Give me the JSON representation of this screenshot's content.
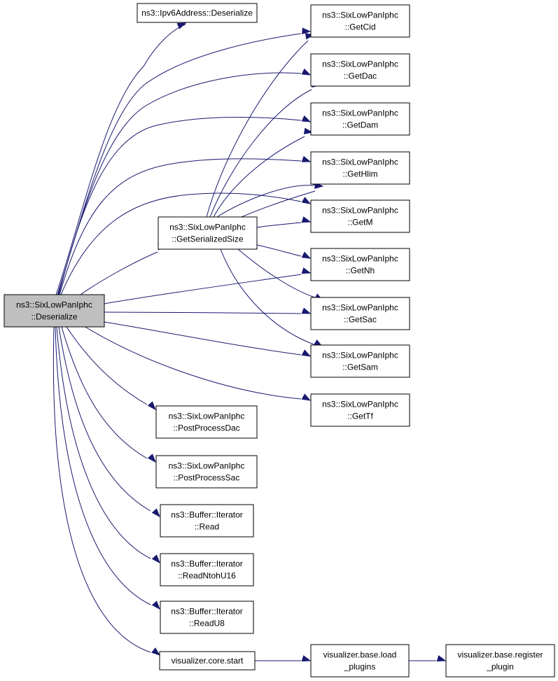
{
  "nodes": [
    {
      "id": "root",
      "lines": [
        "ns3::SixLowPanIphc",
        "::Deserialize"
      ],
      "current": true
    },
    {
      "id": "ipv6",
      "lines": [
        "ns3::Ipv6Address::Deserialize"
      ]
    },
    {
      "id": "gss",
      "lines": [
        "ns3::SixLowPanIphc",
        "::GetSerializedSize"
      ]
    },
    {
      "id": "ppdac",
      "lines": [
        "ns3::SixLowPanIphc",
        "::PostProcessDac"
      ]
    },
    {
      "id": "ppsac",
      "lines": [
        "ns3::SixLowPanIphc",
        "::PostProcessSac"
      ]
    },
    {
      "id": "read",
      "lines": [
        "ns3::Buffer::Iterator",
        "::Read"
      ]
    },
    {
      "id": "readntoh",
      "lines": [
        "ns3::Buffer::Iterator",
        "::ReadNtohU16"
      ]
    },
    {
      "id": "readu8",
      "lines": [
        "ns3::Buffer::Iterator",
        "::ReadU8"
      ]
    },
    {
      "id": "vstart",
      "lines": [
        "visualizer.core.start"
      ]
    },
    {
      "id": "getcid",
      "lines": [
        "ns3::SixLowPanIphc",
        "::GetCid"
      ]
    },
    {
      "id": "getdac",
      "lines": [
        "ns3::SixLowPanIphc",
        "::GetDac"
      ]
    },
    {
      "id": "getdam",
      "lines": [
        "ns3::SixLowPanIphc",
        "::GetDam"
      ]
    },
    {
      "id": "gethlim",
      "lines": [
        "ns3::SixLowPanIphc",
        "::GetHlim"
      ]
    },
    {
      "id": "getm",
      "lines": [
        "ns3::SixLowPanIphc",
        "::GetM"
      ]
    },
    {
      "id": "getnh",
      "lines": [
        "ns3::SixLowPanIphc",
        "::GetNh"
      ]
    },
    {
      "id": "getsac",
      "lines": [
        "ns3::SixLowPanIphc",
        "::GetSac"
      ]
    },
    {
      "id": "getsam",
      "lines": [
        "ns3::SixLowPanIphc",
        "::GetSam"
      ]
    },
    {
      "id": "gettf",
      "lines": [
        "ns3::SixLowPanIphc",
        "::GetTf"
      ]
    },
    {
      "id": "loadplugins",
      "lines": [
        "visualizer.base.load",
        "_plugins"
      ]
    },
    {
      "id": "regplugin",
      "lines": [
        "visualizer.base.register",
        "_plugin"
      ]
    }
  ],
  "edges": [
    [
      "root",
      "ipv6"
    ],
    [
      "root",
      "getcid"
    ],
    [
      "root",
      "getdac"
    ],
    [
      "root",
      "getdam"
    ],
    [
      "root",
      "gethlim"
    ],
    [
      "root",
      "getm"
    ],
    [
      "root",
      "gss"
    ],
    [
      "root",
      "getnh"
    ],
    [
      "root",
      "getsac"
    ],
    [
      "root",
      "getsam"
    ],
    [
      "root",
      "gettf"
    ],
    [
      "root",
      "ppdac"
    ],
    [
      "root",
      "ppsac"
    ],
    [
      "root",
      "read"
    ],
    [
      "root",
      "readntoh"
    ],
    [
      "root",
      "readu8"
    ],
    [
      "root",
      "vstart"
    ],
    [
      "gss",
      "getcid"
    ],
    [
      "gss",
      "getdac"
    ],
    [
      "gss",
      "getdam"
    ],
    [
      "gss",
      "gethlim"
    ],
    [
      "gss",
      "getm"
    ],
    [
      "gss",
      "getnh"
    ],
    [
      "gss",
      "getsac"
    ],
    [
      "gss",
      "getsam"
    ],
    [
      "gss",
      "gettf"
    ],
    [
      "vstart",
      "loadplugins"
    ],
    [
      "loadplugins",
      "regplugin"
    ]
  ],
  "colors": {
    "edge": "#191970",
    "current_node_fill": "#bfbfbf",
    "node_fill": "#ffffff",
    "node_border": "#000000"
  }
}
